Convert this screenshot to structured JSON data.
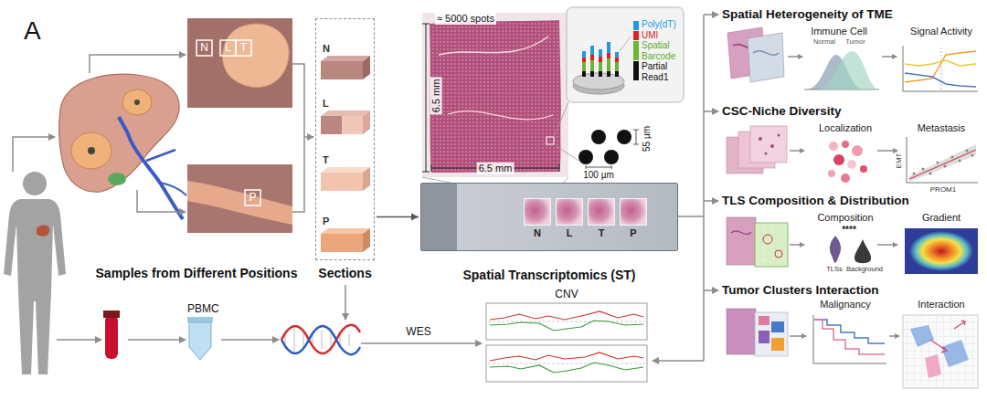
{
  "diagram": {
    "nodes": [
      {
        "text": [
          "Sections"
        ]
      },
      {
        "text": [
          "N"
        ],
        "in": 0
      },
      {
        "text": [
          "L"
        ],
        "in": 0
      },
      {
        "text": [
          "T"
        ],
        "in": 0
      },
      {
        "text": [
          "P"
        ],
        "in": 0
      },
      {
        "text": [
          "Spatial Transcriptomics (ST)"
        ]
      },
      {
        "text": [
          "N"
        ],
        "in": 5
      },
      {
        "text": [
          "L"
        ],
        "in": 5
      },
      {
        "text": [
          "T"
        ],
        "in": 5
      },
      {
        "text": [
          "P"
        ],
        "in": 5
      }
    ],
    "edges": [
      {
        "from": 0,
        "to": 5,
        "arrow": "to"
      }
    ],
    "labels": [
      "A",
      "N",
      "L",
      "T",
      "P",
      "Samples from Different Positions",
      "≈ 5000 spots",
      "6.5 mm",
      "6.5 mm",
      "Poly(dT)",
      "UMI",
      "Spatial",
      "Barcode",
      "Partial",
      "Read1",
      "55 µm",
      "100 µm",
      "PBMC",
      "WES",
      "CNV",
      "Spatial Heterogeneity of TME",
      "Immune Cell",
      "Signal Activity",
      "Normal",
      "Tumor",
      "CSC-Niche Diversity",
      "Localization",
      "Metastasis",
      "EMT",
      "PROM1",
      "TLS Composition & Distribution",
      "Composition",
      "Gradient",
      "****",
      "TLSs",
      "Background",
      "Tumor Clusters Interaction",
      "Malignancy",
      "Interaction"
    ]
  }
}
